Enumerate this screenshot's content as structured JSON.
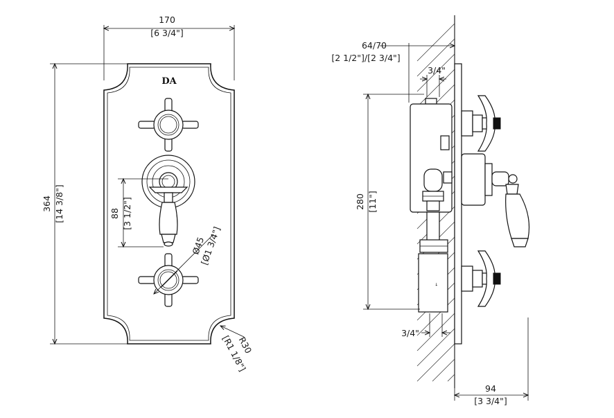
{
  "logo_text": "DA",
  "front_view": {
    "width_dim": "170",
    "width_dim_inch": "[6 3/4\"]",
    "height_dim": "364",
    "height_dim_inch": "[14 3/8\"]",
    "lever_dim": "88",
    "lever_dim_inch": "[3 1/2\"]",
    "dia_dim": "Ø45",
    "dia_dim_inch": "[Ø1 3/4\"]",
    "radius_dim": "R30",
    "radius_dim_inch": "[R1 1/8\"]"
  },
  "side_view": {
    "depth_dim": "64/70",
    "depth_dim_inch": "[2 1/2\"]/[2 3/4\"]",
    "pipe_top": "3/4\"",
    "height_dim": "280",
    "height_dim_inch": "[11\"]",
    "pipe_bottom": "3/4\"",
    "projection_dim": "94",
    "projection_dim_inch": "[3 3/4\"]"
  }
}
